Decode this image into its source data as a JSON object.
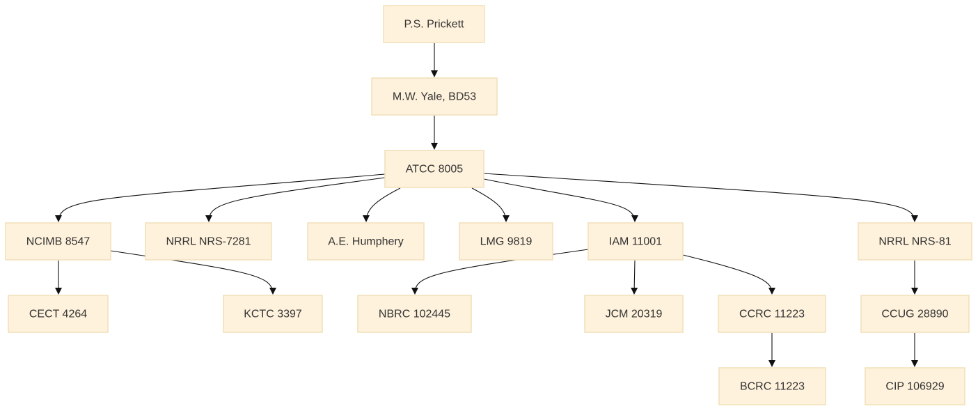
{
  "nodes": [
    {
      "id": "prickett",
      "label": "P.S. Prickett"
    },
    {
      "id": "yale",
      "label": "M.W. Yale, BD53"
    },
    {
      "id": "atcc",
      "label": "ATCC 8005"
    },
    {
      "id": "ncimb",
      "label": "NCIMB 8547"
    },
    {
      "id": "nrrl7281",
      "label": "NRRL NRS-7281"
    },
    {
      "id": "humphery",
      "label": "A.E. Humphery"
    },
    {
      "id": "lmg",
      "label": "LMG 9819"
    },
    {
      "id": "iam",
      "label": "IAM 11001"
    },
    {
      "id": "nrrl81",
      "label": "NRRL NRS-81"
    },
    {
      "id": "cect",
      "label": "CECT 4264"
    },
    {
      "id": "kctc",
      "label": "KCTC 3397"
    },
    {
      "id": "nbrc",
      "label": "NBRC 102445"
    },
    {
      "id": "jcm",
      "label": "JCM 20319"
    },
    {
      "id": "ccrc",
      "label": "CCRC 11223"
    },
    {
      "id": "ccug",
      "label": "CCUG 28890"
    },
    {
      "id": "bcrc",
      "label": "BCRC 11223"
    },
    {
      "id": "cip",
      "label": "CIP 106929"
    }
  ],
  "edges": [
    {
      "from": "prickett",
      "to": "yale"
    },
    {
      "from": "yale",
      "to": "atcc"
    },
    {
      "from": "atcc",
      "to": "ncimb"
    },
    {
      "from": "atcc",
      "to": "nrrl7281"
    },
    {
      "from": "atcc",
      "to": "humphery"
    },
    {
      "from": "atcc",
      "to": "lmg"
    },
    {
      "from": "atcc",
      "to": "iam"
    },
    {
      "from": "atcc",
      "to": "nrrl81"
    },
    {
      "from": "ncimb",
      "to": "cect"
    },
    {
      "from": "ncimb",
      "to": "kctc"
    },
    {
      "from": "iam",
      "to": "nbrc"
    },
    {
      "from": "iam",
      "to": "jcm"
    },
    {
      "from": "iam",
      "to": "ccrc"
    },
    {
      "from": "nrrl81",
      "to": "ccug"
    },
    {
      "from": "ccrc",
      "to": "bcrc"
    },
    {
      "from": "ccug",
      "to": "cip"
    }
  ]
}
